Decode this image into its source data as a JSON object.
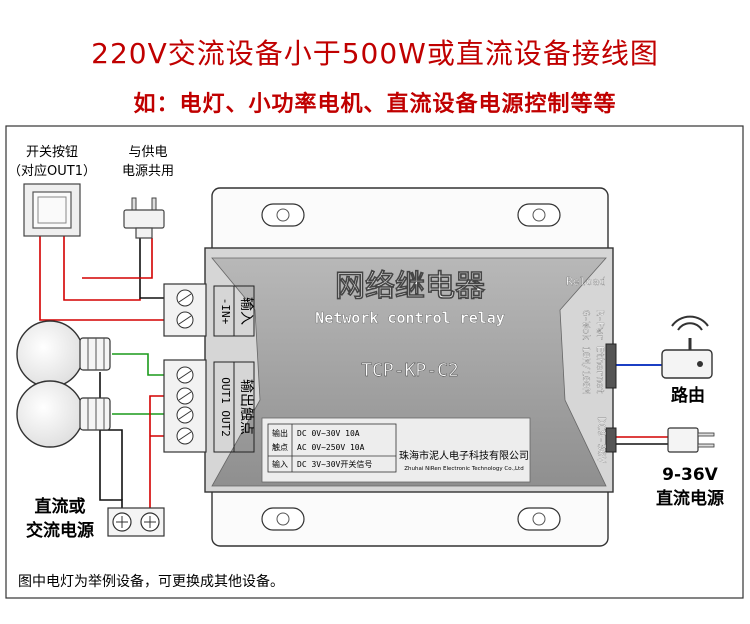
{
  "header": {
    "title": "220V交流设备小于500W或直流设备接线图",
    "subtitle": "如：电灯、小功率电机、直流设备电源控制等等"
  },
  "labels": {
    "switch_line1": "开关按钮",
    "switch_line2": "（对应OUT1）",
    "plug_line1": "与供电",
    "plug_line2": "电源共用",
    "power_line1": "直流或",
    "power_line2": "交流电源",
    "router": "路由",
    "dc_line1": "9-36V",
    "dc_line2": "直流电源"
  },
  "device": {
    "name_cn": "网络继电器",
    "name_en": "Network control relay",
    "model": "TCP-KP-C2",
    "reload": "Reload",
    "status_lines": [
      "R-Pwr  Ethernet",
      "G-Wok  10M/100M"
    ],
    "power_port": "DC9-36V",
    "input_label": "输入",
    "input_pins": "-IN+",
    "output_label": "输出触点",
    "output_pins": "OUT1 OUT2",
    "spec_rows": [
      {
        "group": "输出",
        "text": "DC 0V~30V  10A"
      },
      {
        "group": "触点",
        "text": "AC 0V~250V 10A"
      },
      {
        "group": "输入",
        "text": "DC 3V~30V开关信号"
      }
    ],
    "company_cn": "珠海市泥人电子科技有限公司",
    "company_en": "Zhuhai NiRen Electronic Technology Co.,Ltd"
  },
  "footer": {
    "note": "图中电灯为举例设备，可更换成其他设备。"
  },
  "colors": {
    "title": "#c00000",
    "wire_red": "#d40000",
    "wire_black": "#111111",
    "wire_green": "#1a9a1a",
    "wire_blue": "#1b3fc4"
  }
}
